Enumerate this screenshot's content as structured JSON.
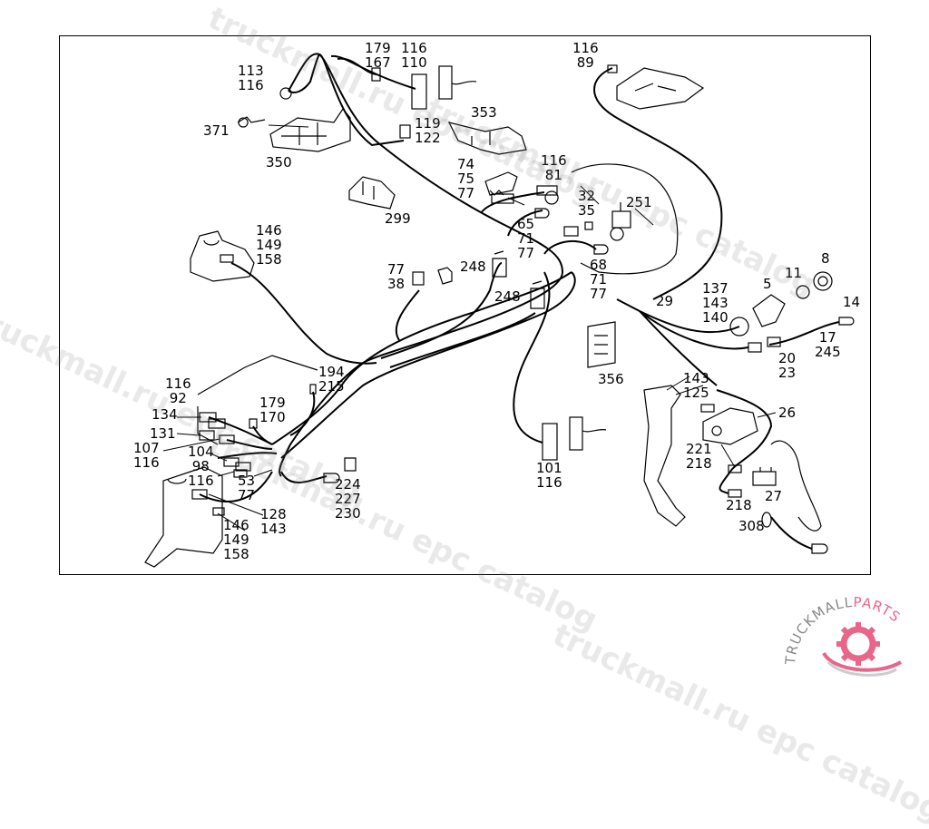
{
  "diagram": {
    "title": "",
    "type": "parts-exploded-wiring-diagram",
    "callouts": [
      {
        "id": "c-113-116",
        "lines": [
          "113",
          "116"
        ]
      },
      {
        "id": "c-179-167",
        "lines": [
          "179",
          "167"
        ]
      },
      {
        "id": "c-116-110",
        "lines": [
          "116",
          "110"
        ]
      },
      {
        "id": "c-371",
        "lines": [
          "371"
        ]
      },
      {
        "id": "c-350",
        "lines": [
          "350"
        ]
      },
      {
        "id": "c-119-122",
        "lines": [
          "119",
          "122"
        ]
      },
      {
        "id": "c-353",
        "lines": [
          "353"
        ]
      },
      {
        "id": "c-116-89",
        "lines": [
          "116",
          "89"
        ]
      },
      {
        "id": "c-74-75-77",
        "lines": [
          "74",
          "75",
          "77"
        ]
      },
      {
        "id": "c-116-81",
        "lines": [
          "116",
          "81"
        ]
      },
      {
        "id": "c-299",
        "lines": [
          "299"
        ]
      },
      {
        "id": "c-32-35",
        "lines": [
          "32",
          "35"
        ]
      },
      {
        "id": "c-251",
        "lines": [
          "251"
        ]
      },
      {
        "id": "c-65-71-77",
        "lines": [
          "65",
          "71",
          "77"
        ]
      },
      {
        "id": "c-146-149-158-a",
        "lines": [
          "146",
          "149",
          "158"
        ]
      },
      {
        "id": "c-77-38",
        "lines": [
          "77",
          "38"
        ]
      },
      {
        "id": "c-248-a",
        "lines": [
          "248"
        ]
      },
      {
        "id": "c-248-b",
        "lines": [
          "248"
        ]
      },
      {
        "id": "c-68-71-77",
        "lines": [
          "68",
          "71",
          "77"
        ]
      },
      {
        "id": "c-8",
        "lines": [
          "8"
        ]
      },
      {
        "id": "c-11",
        "lines": [
          "11"
        ]
      },
      {
        "id": "c-5",
        "lines": [
          "5"
        ]
      },
      {
        "id": "c-137-143-140",
        "lines": [
          "137",
          "143",
          "140"
        ]
      },
      {
        "id": "c-29",
        "lines": [
          "29"
        ]
      },
      {
        "id": "c-14",
        "lines": [
          "14"
        ]
      },
      {
        "id": "c-17-245",
        "lines": [
          "17",
          "245"
        ]
      },
      {
        "id": "c-20-23",
        "lines": [
          "20",
          "23"
        ]
      },
      {
        "id": "c-356",
        "lines": [
          "356"
        ]
      },
      {
        "id": "c-194-215",
        "lines": [
          "194",
          "215"
        ]
      },
      {
        "id": "c-116-92",
        "lines": [
          "116",
          "92"
        ]
      },
      {
        "id": "c-179-170",
        "lines": [
          "179",
          "170"
        ]
      },
      {
        "id": "c-134",
        "lines": [
          "134"
        ]
      },
      {
        "id": "c-131",
        "lines": [
          "131"
        ]
      },
      {
        "id": "c-107-116",
        "lines": [
          "107",
          "116"
        ]
      },
      {
        "id": "c-104-98-116",
        "lines": [
          "104",
          "98",
          "116"
        ]
      },
      {
        "id": "c-53-77",
        "lines": [
          "53",
          "77"
        ]
      },
      {
        "id": "c-224-227-230",
        "lines": [
          "224",
          "227",
          "230"
        ]
      },
      {
        "id": "c-128-143",
        "lines": [
          "128",
          "143"
        ]
      },
      {
        "id": "c-146-149-158-b",
        "lines": [
          "146",
          "149",
          "158"
        ]
      },
      {
        "id": "c-101-116",
        "lines": [
          "101",
          "116"
        ]
      },
      {
        "id": "c-143-125",
        "lines": [
          "143",
          "125"
        ]
      },
      {
        "id": "c-26",
        "lines": [
          "26"
        ]
      },
      {
        "id": "c-221-218",
        "lines": [
          "221",
          "218"
        ]
      },
      {
        "id": "c-218",
        "lines": [
          "218"
        ]
      },
      {
        "id": "c-27",
        "lines": [
          "27"
        ]
      },
      {
        "id": "c-308",
        "lines": [
          "308"
        ]
      }
    ]
  },
  "watermark": {
    "texts": [
      "truckmall.ru epc catalog",
      "truckmall.ru epc catalog",
      "truckmall.ru epc catalog",
      "truckmall.ru epc catalog",
      "truckmall.ru epc catalog"
    ]
  },
  "logo": {
    "text_dark": "TRUCKMALL",
    "text_accent": "PARTS",
    "accent_color": "#e8668a",
    "dark_color": "#888888"
  },
  "colors": {
    "line": "#000000",
    "background": "#ffffff"
  }
}
